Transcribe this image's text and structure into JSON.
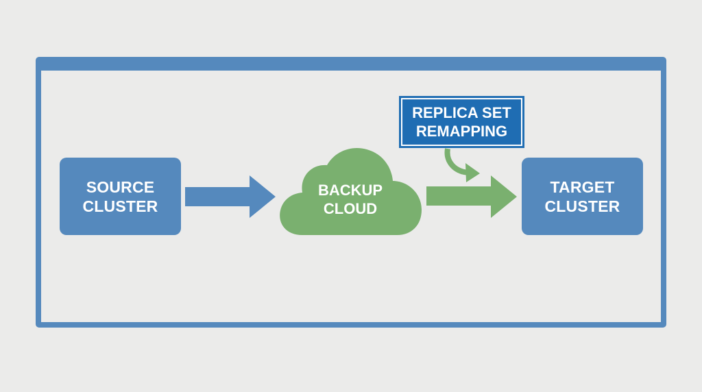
{
  "diagram": {
    "title": "",
    "colors": {
      "background": "#ebebea",
      "frame": "#5589bd",
      "cluster_box": "#5589bd",
      "cloud": "#7ab06f",
      "callout": "#1f6db3",
      "text": "#ffffff"
    },
    "nodes": {
      "source": {
        "line1": "SOURCE",
        "line2": "CLUSTER"
      },
      "backup": {
        "line1": "BACKUP",
        "line2": "CLOUD"
      },
      "target": {
        "line1": "TARGET",
        "line2": "CLUSTER"
      },
      "callout": {
        "line1": "REPLICA SET",
        "line2": "REMAPPING"
      }
    },
    "edges": [
      {
        "from": "source",
        "to": "backup",
        "color": "blue"
      },
      {
        "from": "backup",
        "to": "target",
        "color": "green"
      },
      {
        "from": "callout",
        "to": "backup-to-target-edge",
        "color": "green",
        "style": "curved"
      }
    ]
  }
}
